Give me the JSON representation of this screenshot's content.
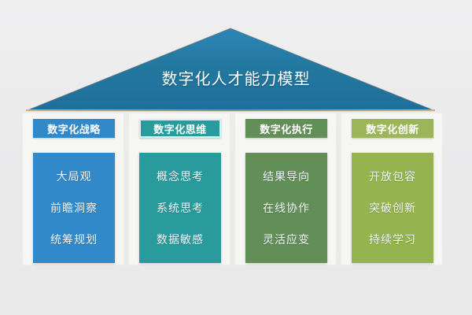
{
  "diagram": {
    "title": "数字化人才能力模型",
    "background_color": "#ececed",
    "roof_color": "#2077ab",
    "pillars": [
      {
        "header": "数字化战略",
        "header_color": "#3189c9",
        "body_color": "#3189c9",
        "skills": [
          "大局观",
          "前瞻洞察",
          "统筹规划"
        ]
      },
      {
        "header": "数字化思维",
        "header_color": "#2a9b9d",
        "body_color": "#2a9b9d",
        "skills": [
          "概念思考",
          "系统思考",
          "数据敏感"
        ]
      },
      {
        "header": "数字化执行",
        "header_color": "#628e58",
        "body_color": "#628e58",
        "skills": [
          "结果导向",
          "在线协作",
          "灵活应变"
        ]
      },
      {
        "header": "数字化创新",
        "header_color": "#9cb559",
        "body_color": "#95b44f",
        "skills": [
          "开放包容",
          "突破创新",
          "持续学习"
        ]
      }
    ]
  }
}
